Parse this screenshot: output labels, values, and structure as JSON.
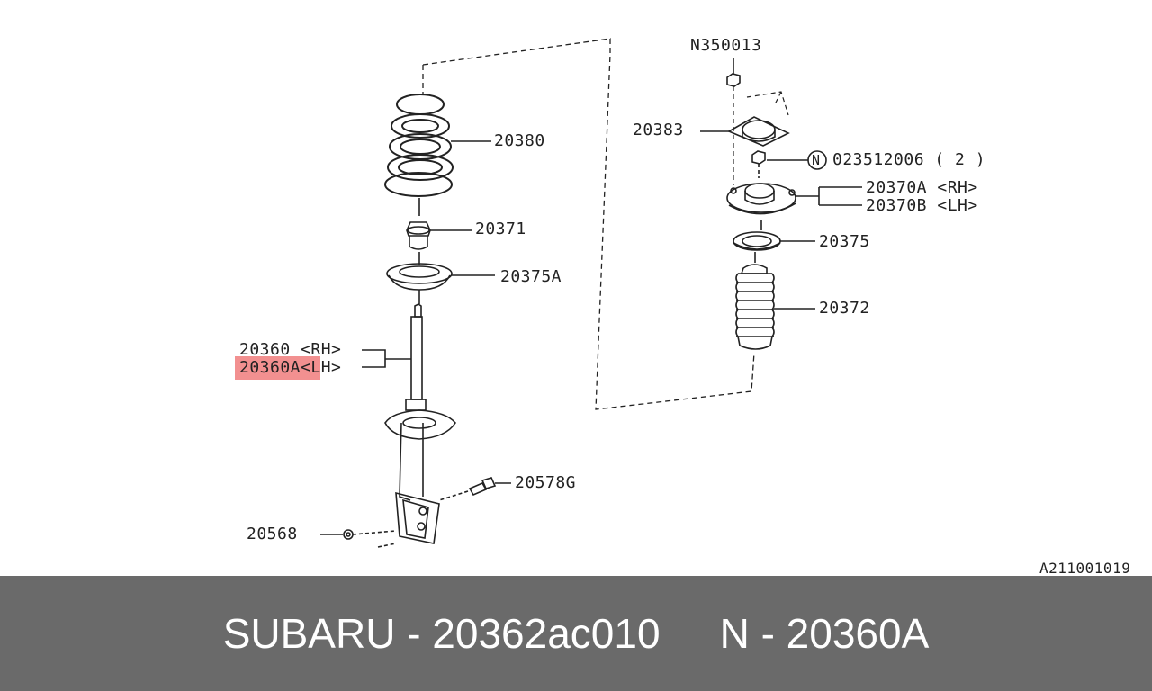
{
  "diagram": {
    "parts": {
      "p20380": "20380",
      "p20371": "20371",
      "p20375A": "20375A",
      "p20360": "20360 <RH>",
      "p20360A": "20360A<LH>",
      "p20578G": "20578G",
      "p20568": "20568",
      "pN350013": "N350013",
      "p20383": "20383",
      "p023512006": "023512006 ( 2 )",
      "circled_n": "N",
      "p20370A": "20370A <RH>",
      "p20370B": "20370B <LH>",
      "p20375": "20375",
      "p20372": "20372"
    },
    "highlighted_part": "20360A",
    "highlight_color": "#f07c7c",
    "code": "A211001019"
  },
  "footer": {
    "brand_part": "SUBARU - 20362ac010",
    "ref_part": "N - 20360A",
    "background": "#6a6a6a"
  }
}
